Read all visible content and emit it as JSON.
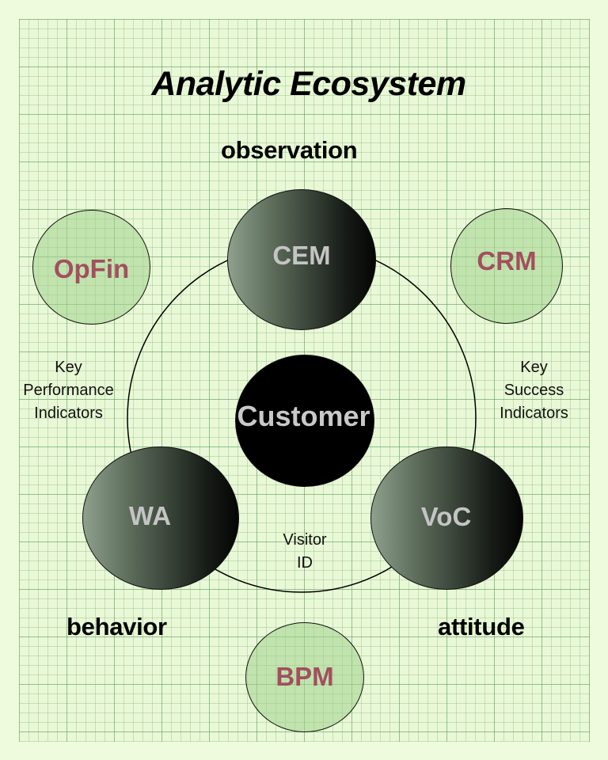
{
  "diagram": {
    "title": "Analytic Ecosystem",
    "dimensions": {
      "observation": "observation",
      "behavior": "behavior",
      "attitude": "attitude"
    },
    "center_node": {
      "label": "Customer",
      "style": "black"
    },
    "core_nodes": [
      {
        "id": "cem",
        "label": "CEM",
        "position": "top"
      },
      {
        "id": "wa",
        "label": "WA",
        "position": "bottom-left"
      },
      {
        "id": "voc",
        "label": "VoC",
        "position": "bottom-right"
      }
    ],
    "outer_nodes": [
      {
        "id": "opfin",
        "label": "OpFin",
        "position": "top-left"
      },
      {
        "id": "crm",
        "label": "CRM",
        "position": "top-right"
      },
      {
        "id": "bpm",
        "label": "BPM",
        "position": "bottom"
      }
    ],
    "connector_labels": {
      "left": [
        "Key",
        "Performance",
        "Indicators"
      ],
      "right": [
        "Key",
        "Success",
        "Indicators"
      ],
      "bottom": [
        "Visitor",
        "ID"
      ]
    },
    "colors": {
      "background": "#eefbdc",
      "outer_node_fill": "#b9dca4",
      "outer_node_text": "#a24f5f",
      "core_node_text": "#c4c4c4",
      "center_node_fill": "#000000"
    }
  }
}
